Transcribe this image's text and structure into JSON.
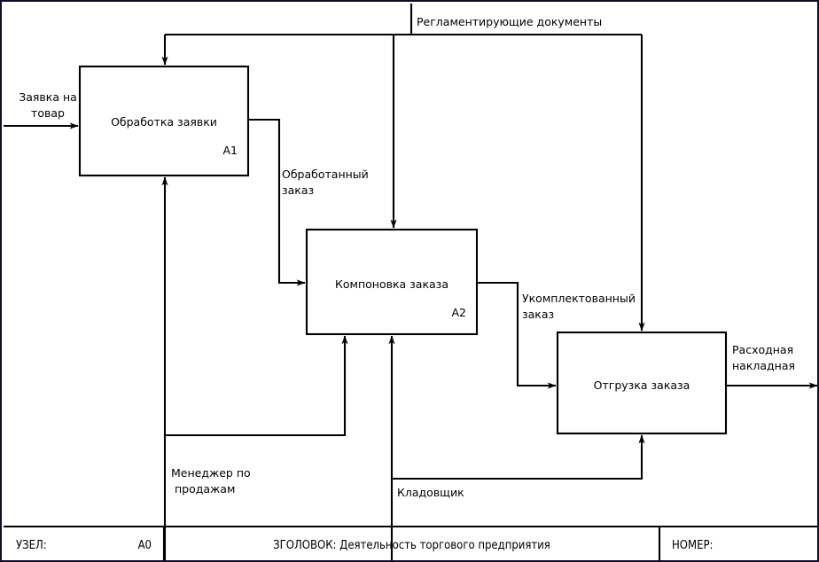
{
  "diagram": {
    "type": "IDEF0 context decomposition diagram",
    "boxes": [
      {
        "id": "A1",
        "name": "Обработка заявки",
        "code": "A1"
      },
      {
        "id": "A2",
        "name": "Компоновка заказа",
        "code": "A2"
      },
      {
        "id": "A3",
        "name": "Отгрузка заказа",
        "code": ""
      }
    ],
    "arrows": {
      "input_goods_request": "Заявка на\nтовар",
      "control_regulations": "Регламентирующие документы",
      "flow_processed_order": "Обработанный\nзаказ",
      "flow_completed_order": "Укомплектованный\nзаказ",
      "output_invoice": "Расходная\nнакладная",
      "mechanism_sales_manager": "Менеджер по\n продажам",
      "mechanism_storekeeper": "Кладовщик"
    }
  },
  "titlebar": {
    "node_label": "УЗЕЛ:",
    "node_value": "A0",
    "title_text": "ЗГОЛОВОК: Деятельность торгового предприятия",
    "number_label": "НОМЕР:",
    "number_value": ""
  },
  "colors": {
    "line": "#000000",
    "frame": "#0d0d2b",
    "background": "#ffffff",
    "text": "#000000"
  }
}
